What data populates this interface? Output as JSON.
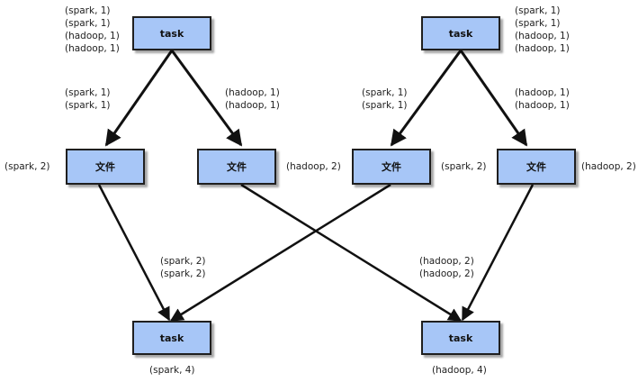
{
  "nodes": {
    "task_top_left": "task",
    "task_top_right": "task",
    "file_1": "文件",
    "file_2": "文件",
    "file_3": "文件",
    "file_4": "文件",
    "task_bottom_left": "task",
    "task_bottom_right": "task"
  },
  "labels": {
    "task_top_left_data": [
      "(spark, 1)",
      "(spark, 1)",
      "(hadoop, 1)",
      "(hadoop, 1)"
    ],
    "task_top_right_data": [
      "(spark, 1)",
      "(spark, 1)",
      "(hadoop, 1)",
      "(hadoop, 1)"
    ],
    "edge_tl_to_file1": [
      "(spark, 1)",
      "(spark, 1)"
    ],
    "edge_tl_to_file2": [
      "(hadoop, 1)",
      "(hadoop, 1)"
    ],
    "edge_tr_to_file3": [
      "(spark, 1)",
      "(spark, 1)"
    ],
    "edge_tr_to_file4": [
      "(hadoop, 1)",
      "(hadoop, 1)"
    ],
    "file1_result": "(spark, 2)",
    "file2_result": "(hadoop, 2)",
    "file3_result": "(spark, 2)",
    "file4_result": "(hadoop, 2)",
    "to_bottom_left": [
      "(spark, 2)",
      "(spark, 2)"
    ],
    "to_bottom_right": [
      "(hadoop, 2)",
      "(hadoop, 2)"
    ],
    "bottom_left_result": "(spark, 4)",
    "bottom_right_result": "(hadoop, 4)"
  }
}
